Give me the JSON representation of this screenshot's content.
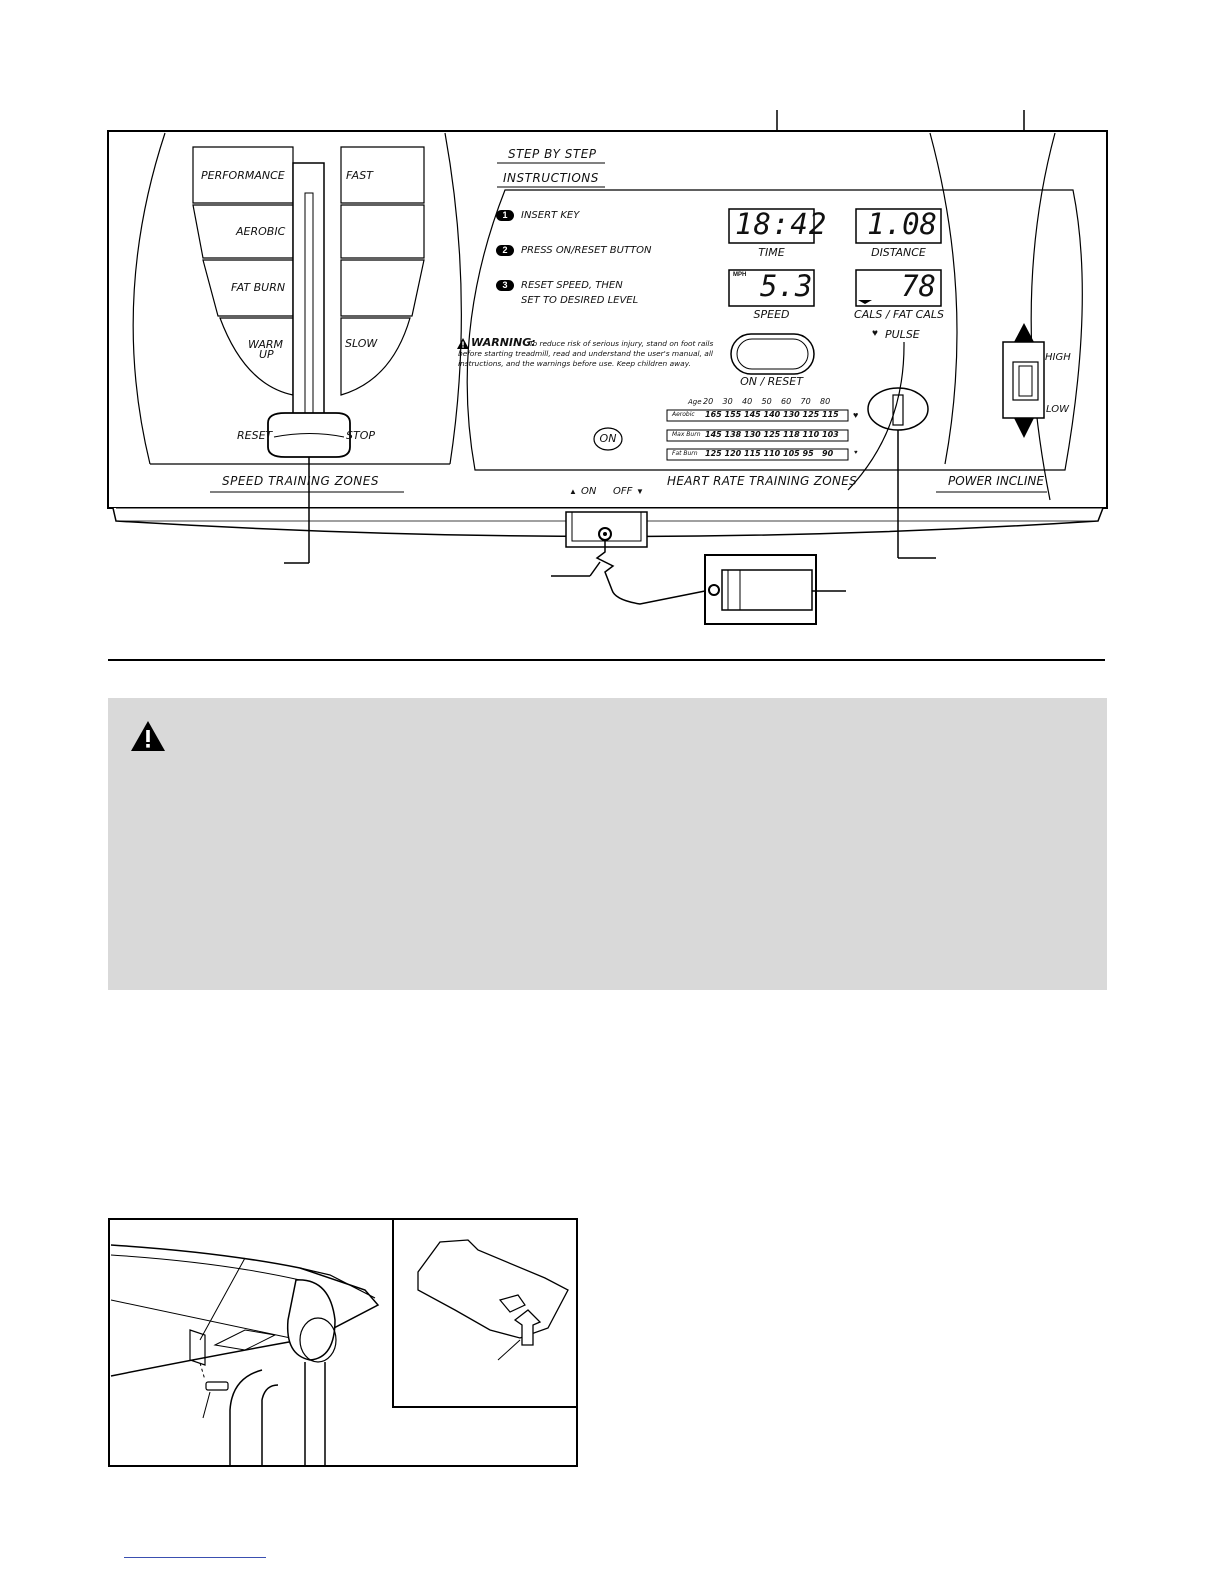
{
  "console": {
    "speed_zones": {
      "left_labels": [
        "PERFORMANCE",
        "AEROBIC",
        "FAT BURN",
        "WARM",
        "UP"
      ],
      "right_labels": [
        "FAST",
        "SLOW"
      ],
      "reset_label": "RESET",
      "stop_label": "STOP",
      "title": "SPEED TRAINING ZONES"
    },
    "instructions": {
      "title_line1": "STEP BY STEP",
      "title_line2": "INSTRUCTIONS",
      "step1": "INSERT KEY",
      "step2": "PRESS ON/RESET BUTTON",
      "step3_line1": "RESET SPEED, THEN",
      "step3_line2": "SET TO DESIRED LEVEL",
      "warning_head": "WARNING:",
      "warning_line1": "To reduce risk of serious injury, stand on foot rails",
      "warning_line2": "before starting treadmill, read and understand the user's manual, all",
      "warning_line3": "instructions, and the warnings before use.  Keep children away."
    },
    "displays": {
      "time_value": "18:42",
      "time_label": "TIME",
      "distance_value": "1.08",
      "distance_label": "DISTANCE",
      "speed_unit": "MPH",
      "speed_value": "5.3",
      "speed_label": "SPEED",
      "cals_value": "78",
      "cals_label": "CALS / FAT CALS",
      "pulse_label": "PULSE"
    },
    "on_reset_label": "ON / RESET",
    "on_label": "ON",
    "heart_rate_table": {
      "age_label": "Age",
      "ages": [
        "20",
        "30",
        "40",
        "50",
        "60",
        "70",
        "80"
      ],
      "rows": [
        {
          "name": "Aerobic",
          "values": [
            "165",
            "155",
            "145",
            "140",
            "130",
            "125",
            "115"
          ]
        },
        {
          "name": "Max Burn",
          "values": [
            "145",
            "138",
            "130",
            "125",
            "118",
            "110",
            "103"
          ]
        },
        {
          "name": "Fat Burn",
          "values": [
            "125",
            "120",
            "115",
            "110",
            "105",
            "95",
            "90"
          ]
        }
      ],
      "title": "HEART RATE TRAINING ZONES"
    },
    "incline": {
      "high_label": "HIGH",
      "low_label": "LOW",
      "title": "POWER INCLINE"
    },
    "key_slot": {
      "on_label": "ON",
      "off_label": "OFF"
    }
  },
  "colors": {
    "ink": "#111111",
    "warning_box": "#d9d9d9",
    "footer_line": "#3a4fb0"
  },
  "icons": [
    "warning-triangle-icon",
    "heart-icon",
    "arrow-up-icon",
    "arrow-down-icon",
    "step-1-icon",
    "step-2-icon",
    "step-3-icon"
  ]
}
